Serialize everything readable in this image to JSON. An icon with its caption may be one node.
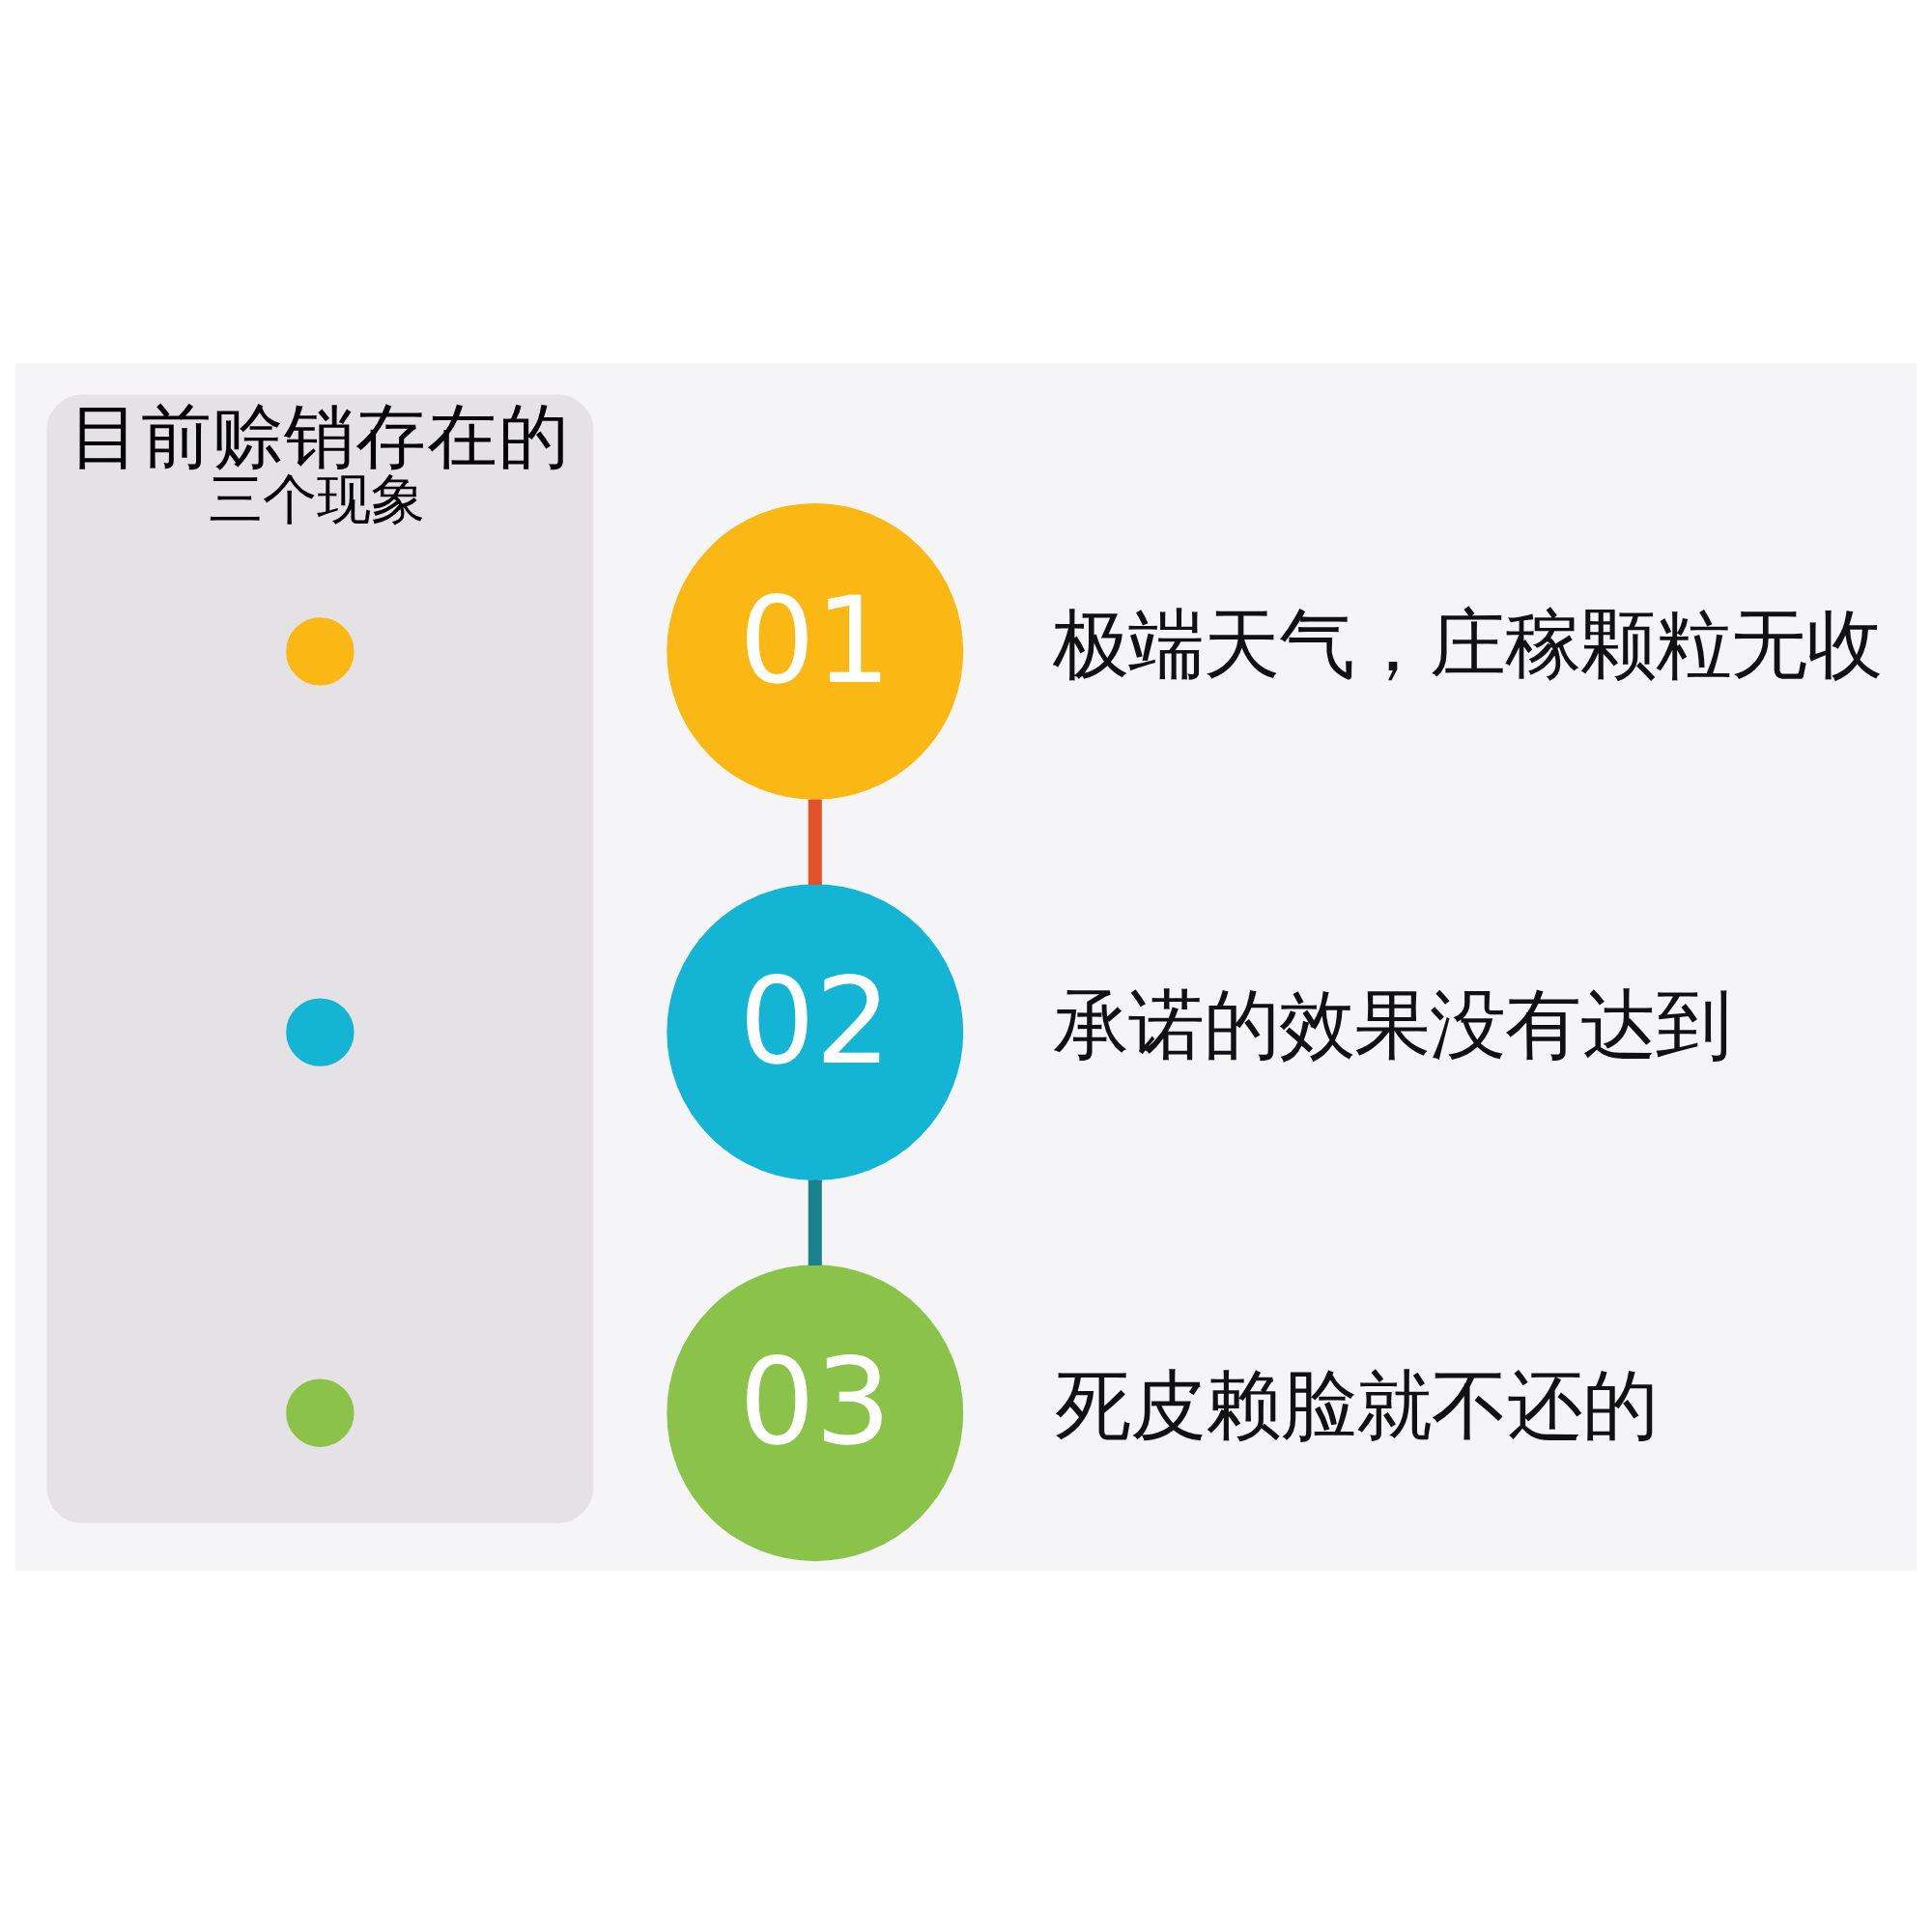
{
  "diagram": {
    "nodes": [
      {
        "text": [
          "目前赊销存在的",
          "三个现象"
        ]
      },
      {
        "text": [],
        "shape": "circle",
        "in": 0
      },
      {
        "text": [],
        "shape": "circle",
        "in": 0
      },
      {
        "text": [],
        "shape": "circle",
        "in": 0
      },
      {
        "text": [
          "01"
        ],
        "beside": [
          "极端天气，庄稼颗粒无收"
        ]
      },
      {
        "text": [
          "02"
        ],
        "beside": [
          "承诺的效果没有达到"
        ]
      },
      {
        "text": [
          "03"
        ],
        "beside": [
          "死皮赖脸就不还的"
        ]
      }
    ],
    "edges": [
      {
        "from": 4,
        "to": 5,
        "arrow": "none",
        "color": "#e2522a"
      },
      {
        "from": 5,
        "to": 6,
        "arrow": "none",
        "color": "#19818b"
      }
    ]
  }
}
